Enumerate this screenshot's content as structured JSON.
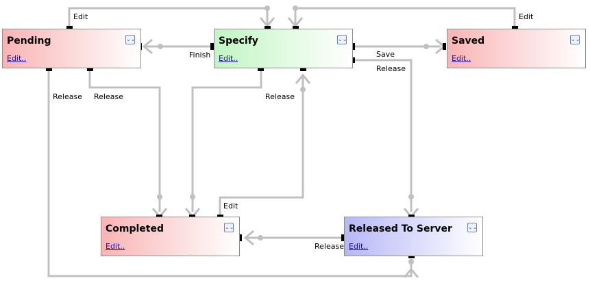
{
  "states": {
    "pending": {
      "title": "Pending",
      "edit": "Edit.."
    },
    "specify": {
      "title": "Specify",
      "edit": "Edit.."
    },
    "saved": {
      "title": "Saved",
      "edit": "Edit.."
    },
    "completed": {
      "title": "Completed",
      "edit": "Edit.."
    },
    "released": {
      "title": "Released To Server",
      "edit": "Edit.."
    }
  },
  "transitions": {
    "pending_edit": "Edit",
    "saved_edit": "Edit",
    "finish": "Finish",
    "save": "Save",
    "specify_release_right": "Release",
    "pending_release_a": "Release",
    "pending_release_b": "Release",
    "specify_release_down": "Release",
    "completed_edit": "Edit",
    "released_release": "Release"
  },
  "expand_glyph": "⌄⌄",
  "colors": {
    "connector": "#c0c0c0",
    "pending": "#f9b4b4",
    "specify": "#c2f5c2",
    "released": "#b7b7f7"
  }
}
